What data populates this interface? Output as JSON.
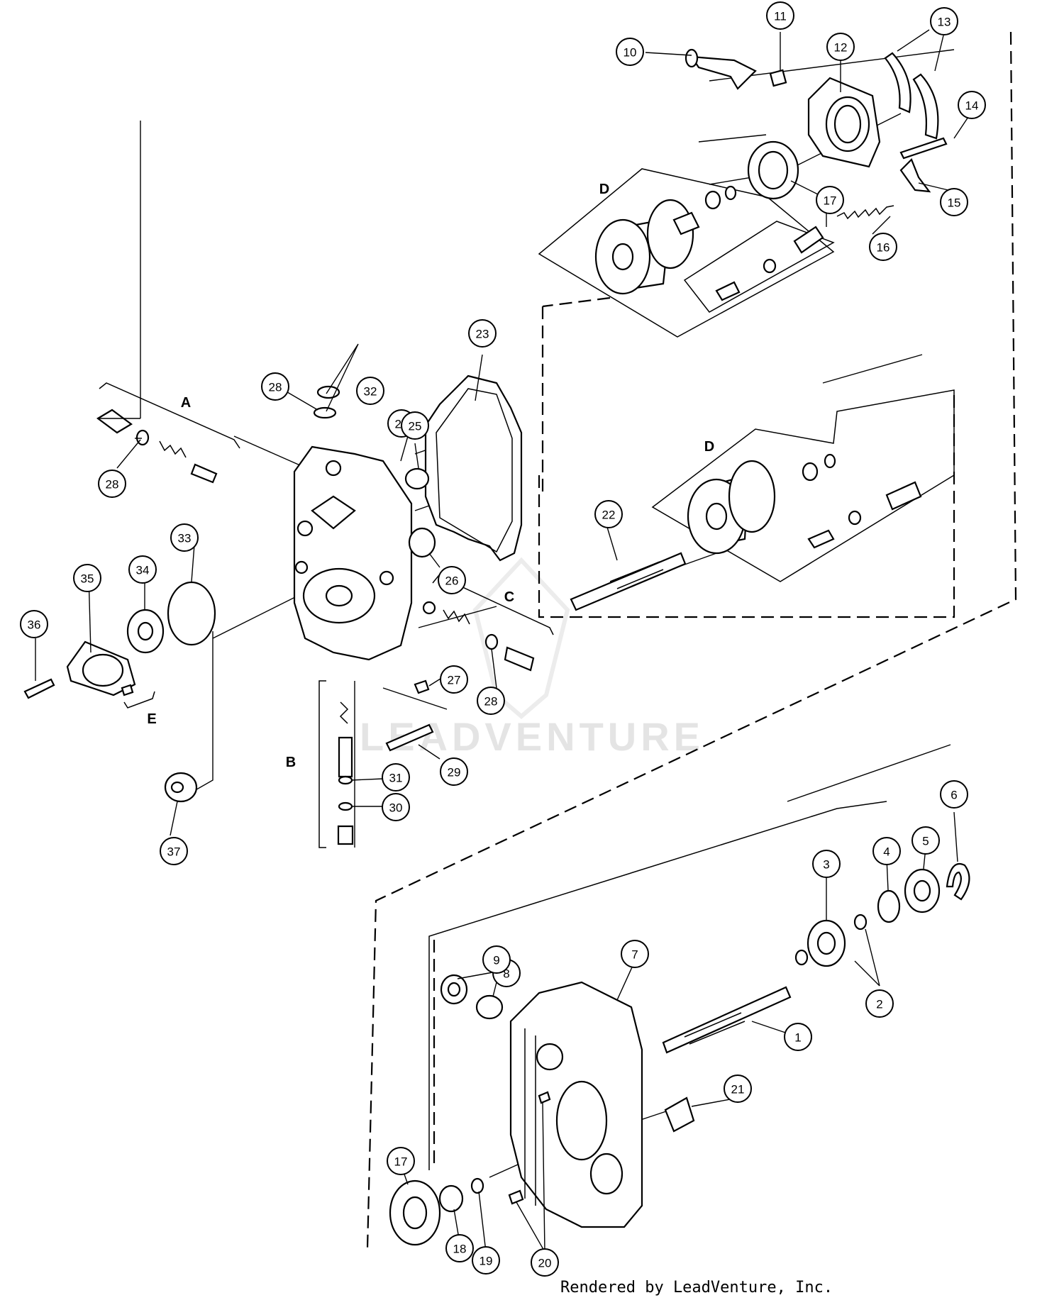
{
  "watermark": "LEADVENTURE",
  "footer": "Rendered by LeadVenture, Inc.",
  "groups": [
    {
      "id": "A",
      "label": "A"
    },
    {
      "id": "B",
      "label": "B"
    },
    {
      "id": "C",
      "label": "C"
    },
    {
      "id": "D1",
      "label": "D"
    },
    {
      "id": "D2",
      "label": "D"
    },
    {
      "id": "E",
      "label": "E"
    }
  ],
  "callouts": [
    {
      "id": "c1",
      "label": "1"
    },
    {
      "id": "c2",
      "label": "2"
    },
    {
      "id": "c3",
      "label": "3"
    },
    {
      "id": "c4",
      "label": "4"
    },
    {
      "id": "c5",
      "label": "5"
    },
    {
      "id": "c6",
      "label": "6"
    },
    {
      "id": "c7",
      "label": "7"
    },
    {
      "id": "c8",
      "label": "8"
    },
    {
      "id": "c9",
      "label": "9"
    },
    {
      "id": "c10",
      "label": "10"
    },
    {
      "id": "c11",
      "label": "11"
    },
    {
      "id": "c12",
      "label": "12"
    },
    {
      "id": "c13",
      "label": "13"
    },
    {
      "id": "c14",
      "label": "14"
    },
    {
      "id": "c15",
      "label": "15"
    },
    {
      "id": "c16",
      "label": "16"
    },
    {
      "id": "c17a",
      "label": "17"
    },
    {
      "id": "c17b",
      "label": "17"
    },
    {
      "id": "c18",
      "label": "18"
    },
    {
      "id": "c19",
      "label": "19"
    },
    {
      "id": "c20",
      "label": "20"
    },
    {
      "id": "c21",
      "label": "21"
    },
    {
      "id": "c22",
      "label": "22"
    },
    {
      "id": "c23",
      "label": "23"
    },
    {
      "id": "c24",
      "label": "24"
    },
    {
      "id": "c25",
      "label": "25"
    },
    {
      "id": "c26",
      "label": "26"
    },
    {
      "id": "c27",
      "label": "27"
    },
    {
      "id": "c28a",
      "label": "28"
    },
    {
      "id": "c28b",
      "label": "28"
    },
    {
      "id": "c28c",
      "label": "28"
    },
    {
      "id": "c29",
      "label": "29"
    },
    {
      "id": "c30",
      "label": "30"
    },
    {
      "id": "c31",
      "label": "31"
    },
    {
      "id": "c32",
      "label": "32"
    },
    {
      "id": "c33",
      "label": "33"
    },
    {
      "id": "c34",
      "label": "34"
    },
    {
      "id": "c35",
      "label": "35"
    },
    {
      "id": "c36",
      "label": "36"
    },
    {
      "id": "c37",
      "label": "37"
    }
  ]
}
